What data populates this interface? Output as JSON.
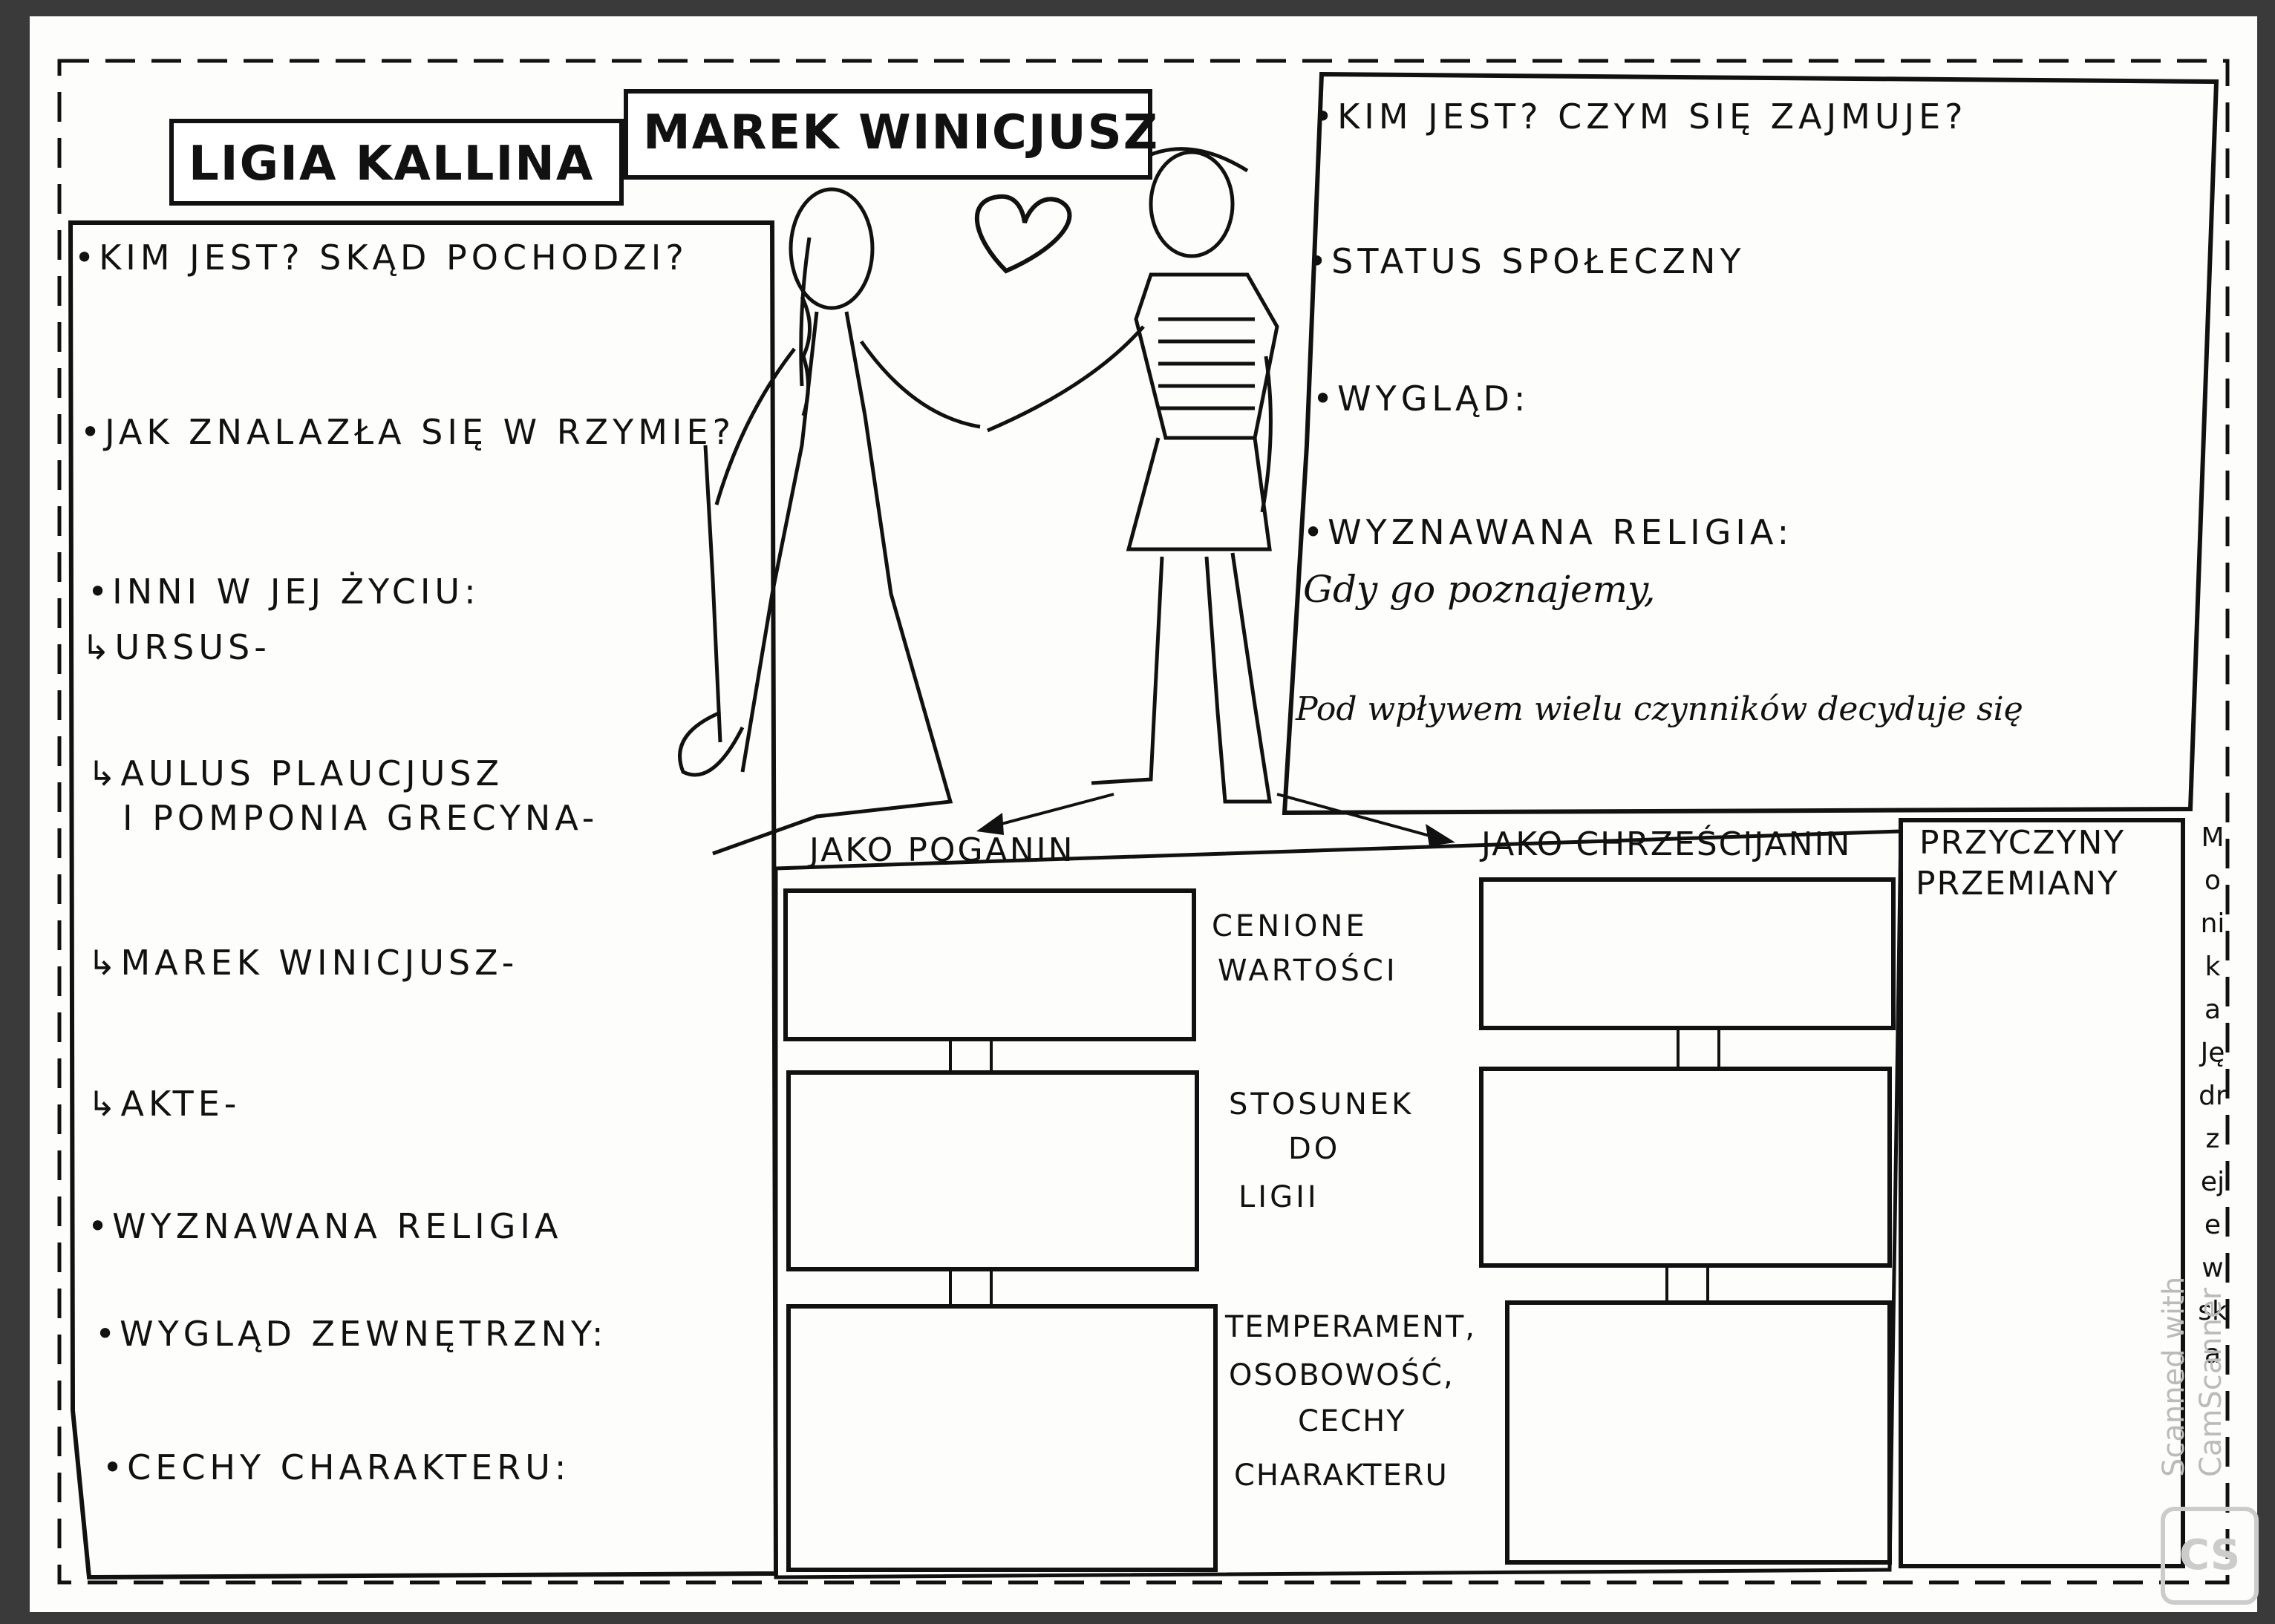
{
  "titles": {
    "ligia": "LIGIA KALLINA",
    "marek": "MAREK WINICJUSZ"
  },
  "ligia": {
    "q_who": "•KIM JEST? SKĄD POCHODZI?",
    "q_rome": "•JAK ZNALAZŁA SIĘ W RZYMIE?",
    "q_others": "•INNI W JEJ ŻYCIU:",
    "o_ursus": "↳URSUS-",
    "o_aulus1": "↳AULUS PLAUCJUSZ",
    "o_aulus2": "I POMPONIA GRECYNA-",
    "o_marek": "↳MAREK WINICJUSZ-",
    "o_akte": "↳AKTE-",
    "q_religion": "•WYZNAWANA RELIGIA",
    "q_look": "•WYGLĄD ZEWNĘTRZNY:",
    "q_traits": "•CECHY CHARAKTERU:"
  },
  "marek": {
    "q_who": "•KIM JEST? CZYM SIĘ ZAJMUJE?",
    "q_status": "•STATUS SPOŁECZNY",
    "q_look": "•WYGLĄD:",
    "q_religion": "•WYZNAWANA RELIGIA:",
    "note1": "Gdy go poznajemy,",
    "note2": "Pod wpływem wielu czynników decyduje się"
  },
  "comparison": {
    "pagan": "JAKO POGANIN",
    "christian": "JAKO CHRZEŚCIJANIN",
    "reasons1": "PRZYCZYNY",
    "reasons2": "PRZEMIANY",
    "row1a": "CENIONE",
    "row1b": "WARTOŚCI",
    "row2a": "STOSUNEK",
    "row2b": "DO",
    "row2c": "LIGII",
    "row3a": "TEMPERAMENT,",
    "row3b": "OSOBOWOŚĆ,",
    "row3c": "CECHY",
    "row3d": "CHARAKTERU"
  },
  "signature": "Monika Jędrzejewska",
  "watermark": {
    "line1": "Scanned with",
    "line2": "CamScanner",
    "logo": "CS"
  },
  "icons": [
    "heart-icon",
    "couple-drawing",
    "arrow-icon"
  ]
}
